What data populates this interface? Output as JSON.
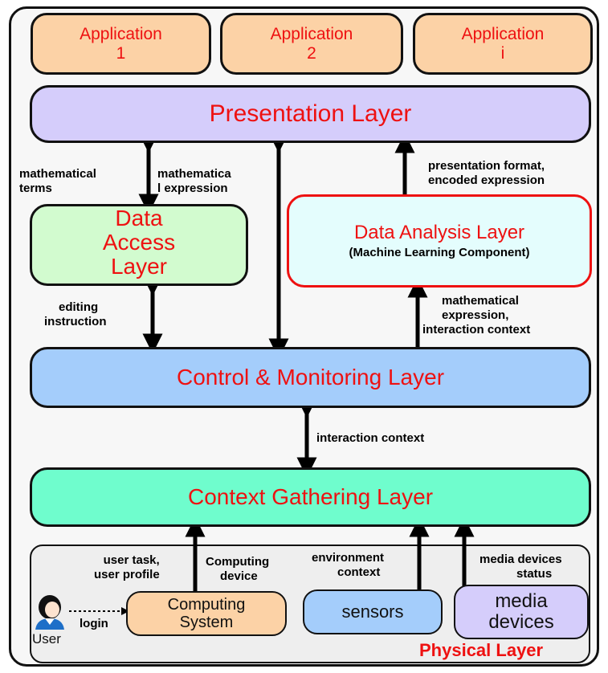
{
  "applications": [
    {
      "line1": "Application",
      "line2": "1"
    },
    {
      "line1": "Application",
      "line2": "2"
    },
    {
      "line1": "Application",
      "line2": "i"
    }
  ],
  "presentation_layer": "Presentation Layer",
  "data_access_layer": {
    "line1": "Data",
    "line2": "Access",
    "line3": "Layer"
  },
  "data_analysis_layer": {
    "title": "Data Analysis Layer",
    "subtitle": "(Machine Learning Component)"
  },
  "control_layer": "Control & Monitoring Layer",
  "context_layer": "Context Gathering Layer",
  "physical_layer": "Physical Layer",
  "computing_system": {
    "line1": "Computing",
    "line2": "System"
  },
  "sensors": "sensors",
  "media_devices": {
    "line1": "media",
    "line2": "devices"
  },
  "user": "User",
  "labels": {
    "math_terms": {
      "line1": "mathematical",
      "line2": "terms"
    },
    "math_expression": {
      "line1": "mathematica",
      "line2": "l expression"
    },
    "presentation_format": {
      "line1": "presentation format,",
      "line2": "encoded expression"
    },
    "editing_instruction": {
      "line1": "editing",
      "line2": "instruction"
    },
    "math_interaction": {
      "line1": "mathematical",
      "line2": "expression,",
      "line3": "interaction context"
    },
    "interaction_context": "interaction context",
    "user_task": {
      "line1": "user task,",
      "line2": "user profile"
    },
    "computing_device": {
      "line1": "Computing",
      "line2": "device"
    },
    "environment_context": {
      "line1": "environment",
      "line2": "context"
    },
    "media_status": {
      "line1": "media devices",
      "line2": "status"
    },
    "login": "login"
  },
  "colors": {
    "application": "#fcd2a6",
    "presentation": "#d5cdfb",
    "data_access": "#d2fbcf",
    "data_analysis": "#e4fdfd",
    "control": "#a4cdfb",
    "context": "#6ffdcd",
    "physical_bg": "#eeeeee",
    "outer_bg": "#f7f7f7",
    "computing_system": "#fcd2a6",
    "sensors": "#a4cdfb",
    "media_devices": "#d5cdfb",
    "title_red": "#ee1111",
    "analysis_border": "#ee1111"
  }
}
